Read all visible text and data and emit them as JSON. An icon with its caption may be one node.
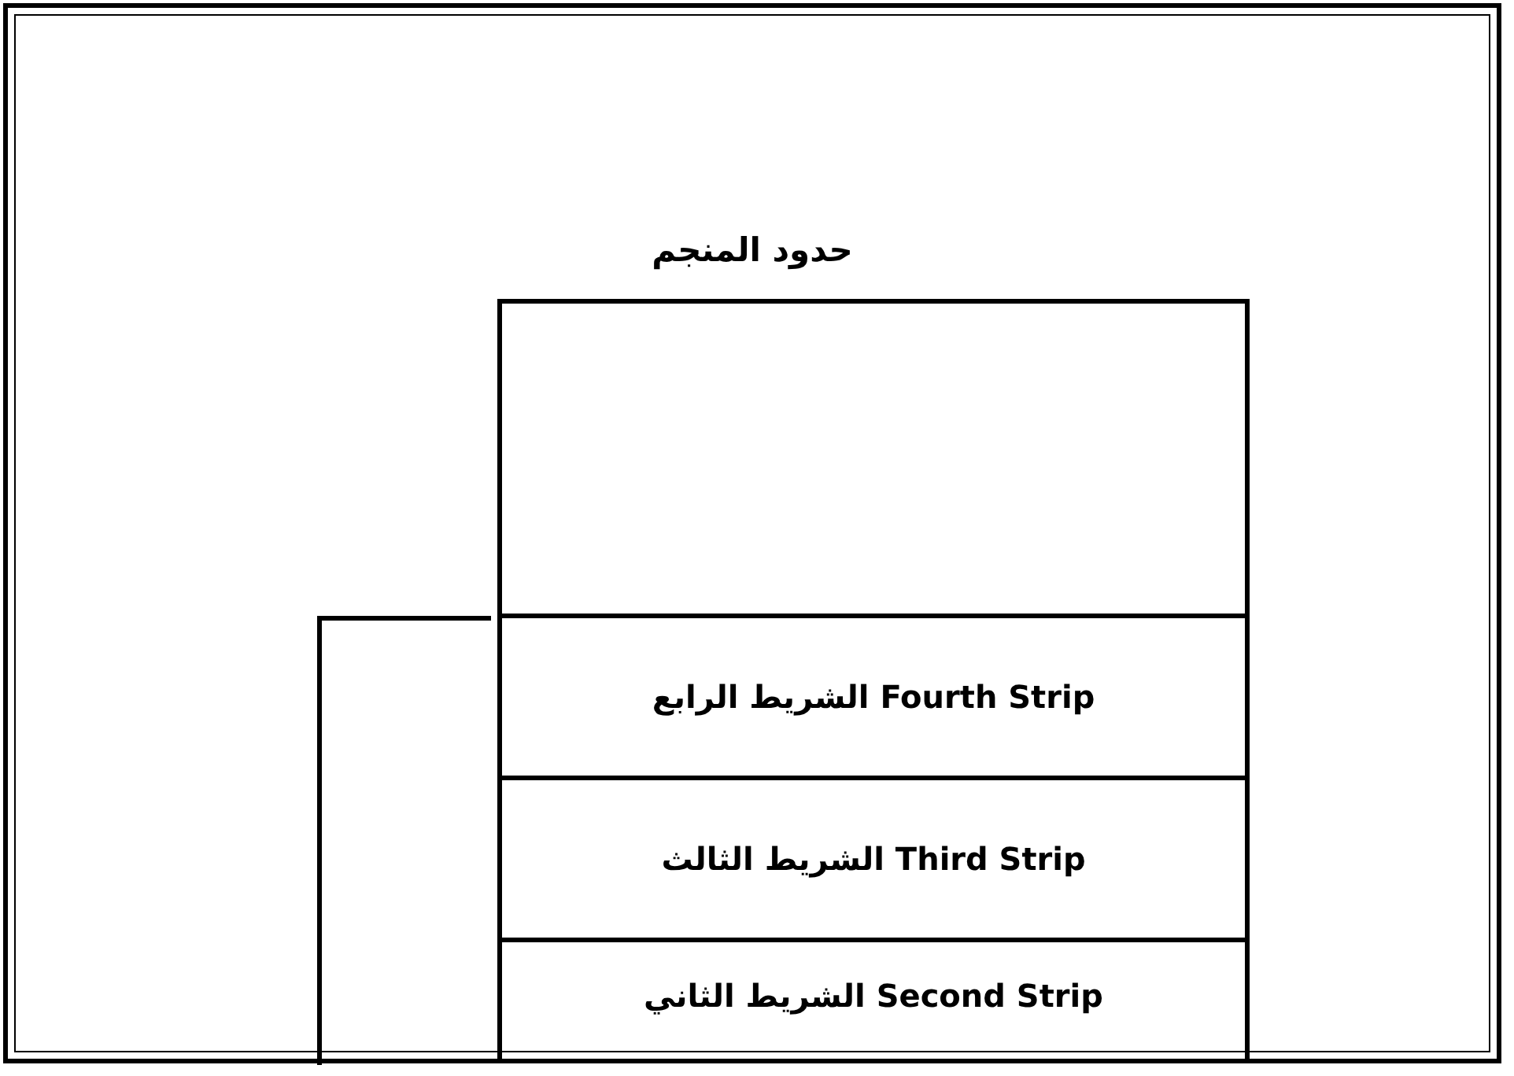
{
  "diagram": {
    "nodes": [
      {
        "text": [
          "حدود المنجم"
        ]
      },
      {
        "text": [],
        "shape": "box",
        "in": 0
      },
      {
        "text": [
          "الشريط الرابع Fourth Strip"
        ],
        "in": 0
      },
      {
        "text": [
          "الشريط الثالث Third Strip"
        ],
        "in": 0
      },
      {
        "text": [
          "الشريط الثاني Second Strip"
        ],
        "in": 0
      }
    ]
  }
}
